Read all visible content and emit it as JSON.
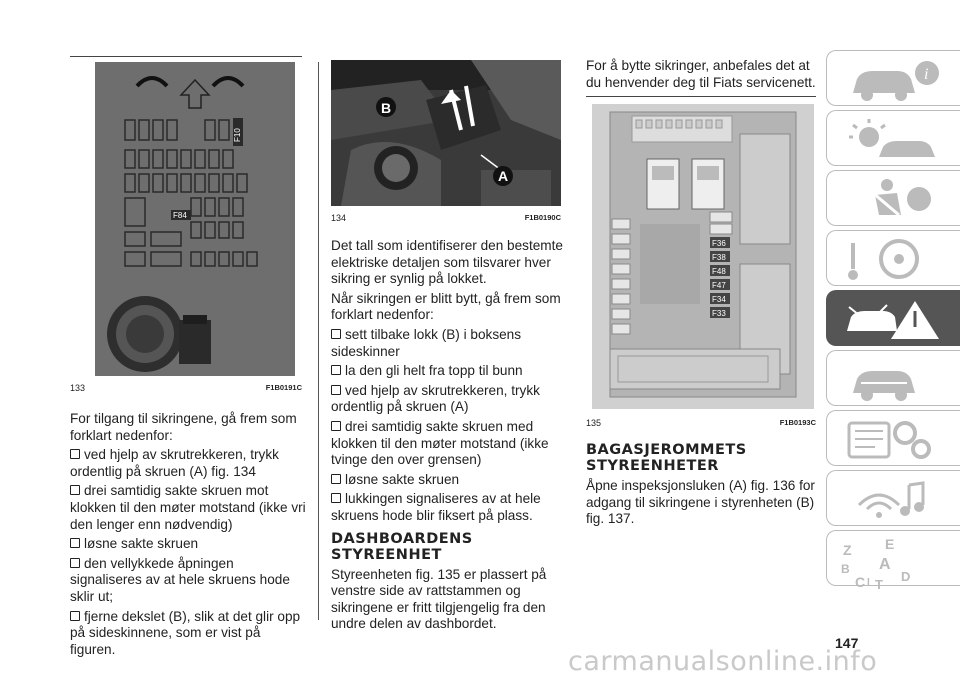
{
  "page_number": "147",
  "watermark": "carmanualsonline.info",
  "col1": {
    "figure": {
      "number": "133",
      "code": "F1B0191C",
      "labels": [
        "F10",
        "F84"
      ]
    },
    "intro": "For tilgang til sikringene, gå frem som forklart nedenfor:",
    "bullets": [
      "ved hjelp av skrutrekkeren, trykk ordentlig på skruen (A) fig. 134",
      "drei samtidig sakte skruen mot klokken til den møter motstand (ikke vri den lenger enn nødvendig)",
      "løsne sakte skruen",
      "den vellykkede åpningen signaliseres av at hele skruens hode sklir ut;",
      "fjerne dekslet (B), slik at det glir opp på sideskinnene, som er vist på figuren."
    ]
  },
  "col2": {
    "figure": {
      "number": "134",
      "code": "F1B0190C",
      "labels": [
        "B",
        "A"
      ]
    },
    "para1": "Det tall som identifiserer den bestemte elektriske detaljen som tilsvarer hver sikring er synlig på lokket.",
    "para2": "Når sikringen er blitt bytt, gå frem som forklart nedenfor:",
    "bullets": [
      "sett tilbake lokk (B) i boksens sideskinner",
      "la den gli helt fra topp til bunn",
      "ved hjelp av skrutrekkeren, trykk ordentlig på skruen (A)",
      "drei samtidig sakte skruen med klokken til den møter motstand (ikke tvinge den over grensen)",
      "løsne sakte skruen",
      "lukkingen signaliseres av at hele skruens hode blir fiksert på plass."
    ],
    "heading_lines": [
      "DASHBOARDENS",
      "STYREENHET"
    ],
    "para3": "Styreenheten fig. 135 er plassert på venstre side av rattstammen og sikringene er fritt tilgjengelig fra den undre delen av dashbordet."
  },
  "col3": {
    "para1": "For å bytte sikringer, anbefales det at du henvender deg til Fiats servicenett.",
    "figure": {
      "number": "135",
      "code": "F1B0193C",
      "labels": [
        "F36",
        "F38",
        "F48",
        "F47",
        "F34",
        "F33"
      ]
    },
    "heading_lines": [
      "BAGASJEROMMETS",
      "STYREENHETER"
    ],
    "para2": "Åpne inspeksjonsluken (A) fig. 136 for adgang til sikringene i styrenheten (B) fig. 137."
  },
  "sidebar": {
    "tabs": [
      {
        "icon": "car-info-icon"
      },
      {
        "icon": "dashboard-lights-icon"
      },
      {
        "icon": "safety-airbag-icon"
      },
      {
        "icon": "starting-driving-icon"
      },
      {
        "icon": "emergency-icon",
        "active": true
      },
      {
        "icon": "maintenance-icon"
      },
      {
        "icon": "technical-data-icon"
      },
      {
        "icon": "multimedia-icon"
      },
      {
        "icon": "index-icon"
      }
    ],
    "index_letters": [
      "Z",
      "E",
      "B",
      "A",
      "C",
      "T",
      "D",
      "I"
    ]
  }
}
